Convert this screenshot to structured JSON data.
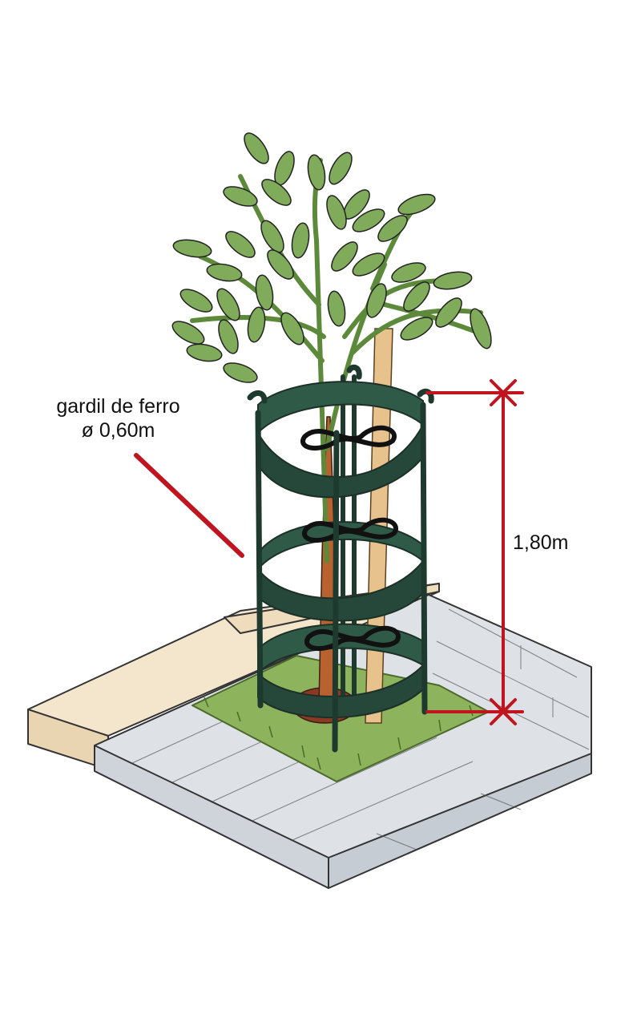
{
  "annotations": {
    "guard_name": "gardil de ferro",
    "guard_diameter": "ø 0,60m",
    "height": "1,80m"
  },
  "colors": {
    "dimension_line": "#c0141e",
    "guard": "#2f5a48",
    "foliage": "#7fab5a",
    "stake": "#e6c08a",
    "grass": "#8bb05a",
    "paving": "#dde1e6",
    "curb": "#efe0c4"
  }
}
